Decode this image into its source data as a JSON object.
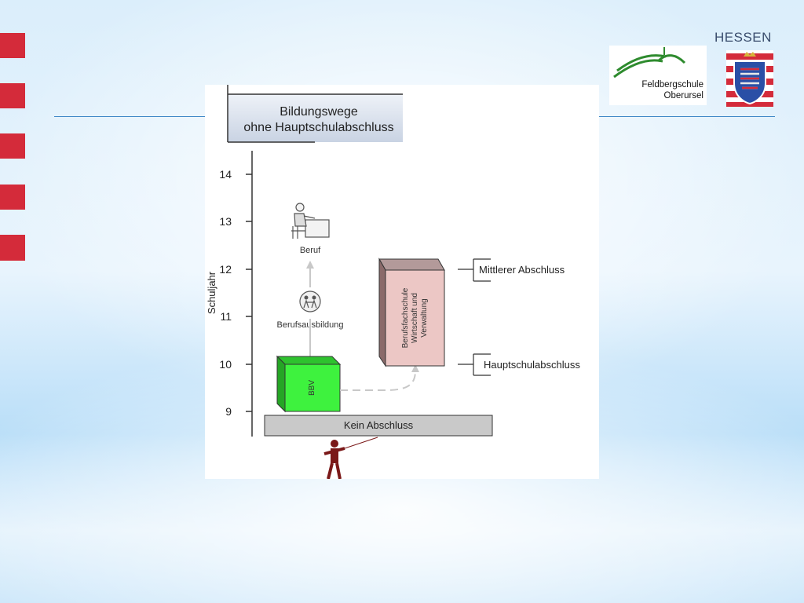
{
  "title": {
    "line1": "Bildungswege",
    "line2": "ohne Hauptschulabschluss"
  },
  "y_axis": {
    "label": "Schuljahr",
    "ticks": [
      "14",
      "13",
      "12",
      "11",
      "10",
      "9"
    ]
  },
  "nodes": {
    "beruf": "Beruf",
    "berufsausbildung": "Berufsausbildung",
    "bbv": "BBV",
    "berufsfachschule": [
      "Berufsfachschule",
      "Wirtschaft und",
      "Verwaltung"
    ],
    "kein_abschluss": "Kein Abschluss"
  },
  "outcomes": {
    "mittlerer": "Mittlerer Abschluss",
    "hauptschul": "Hauptschulabschluss"
  },
  "logo": {
    "school_line1": "Feldbergschule",
    "school_line2": "Oberursel",
    "state": "HESSEN"
  },
  "colors": {
    "stripe_red": "#d42b3a",
    "bbv_green": "#3ef23e",
    "bfs_pink": "#ecc7c5",
    "bfs_side": "#8a6a6a",
    "person": "#7a1818",
    "accent_blue": "#3d86c6",
    "logo_green": "#2e8b2e"
  },
  "icons": [
    "office-worker-icon",
    "training-figures-icon",
    "person-icon"
  ]
}
